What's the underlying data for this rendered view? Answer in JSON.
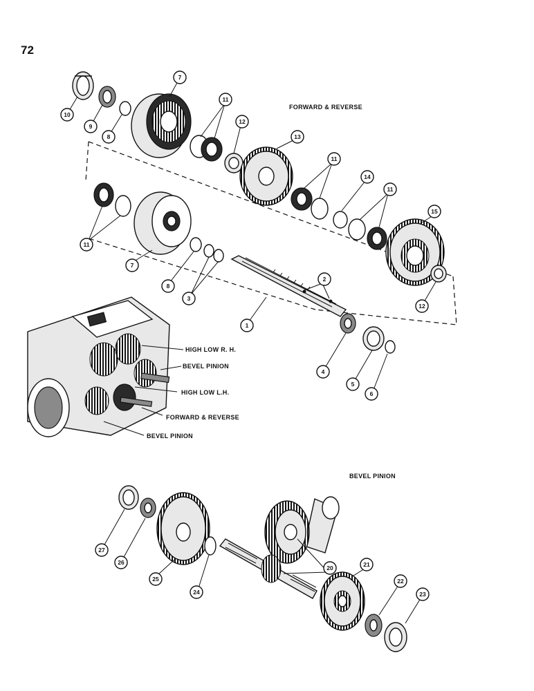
{
  "page_number": "72",
  "labels": {
    "forward_reverse_top": "FORWARD & REVERSE",
    "high_low_rh": "HIGH LOW R. H.",
    "bevel_pinion_1": "BEVEL PINION",
    "high_low_lh": "HIGH LOW L.H.",
    "forward_reverse_case": "FORWARD & REVERSE",
    "bevel_pinion_2": "BEVEL PINION",
    "bevel_pinion_section": "BEVEL PINION"
  },
  "callouts": {
    "c1": "1",
    "c2": "2",
    "c3": "3",
    "c4": "4",
    "c5": "5",
    "c6": "6",
    "c7a": "7",
    "c7b": "7",
    "c8a": "8",
    "c8b": "8",
    "c9": "9",
    "c10": "10",
    "c11a": "11",
    "c11b": "11",
    "c11c": "11",
    "c11d": "11",
    "c12a": "12",
    "c12b": "12",
    "c13": "13",
    "c14": "14",
    "c15": "15",
    "c20": "20",
    "c21": "21",
    "c22": "22",
    "c23": "23",
    "c24": "24",
    "c25": "25",
    "c26": "26",
    "c27": "27"
  }
}
